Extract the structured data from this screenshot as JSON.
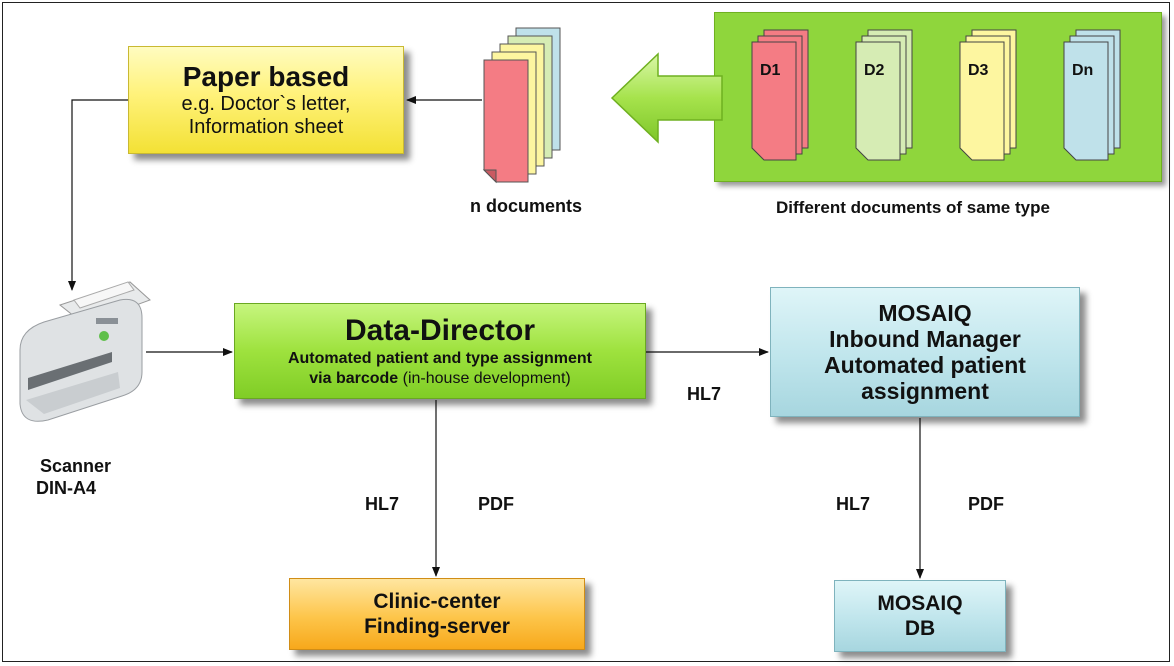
{
  "paper_box": {
    "title": "Paper based",
    "line1": "e.g. Doctor`s letter,",
    "line2": "Information sheet"
  },
  "n_documents_label": "n documents",
  "different_documents_label": "Different documents of same type",
  "doc_stacks": [
    {
      "label": "D1",
      "color": "#f47c84"
    },
    {
      "label": "D2",
      "color": "#d6ecb4"
    },
    {
      "label": "D3",
      "color": "#fdf6a0"
    },
    {
      "label": "Dn",
      "color": "#bfe1ea"
    }
  ],
  "scanner": {
    "line1": "Scanner",
    "line2": "DIN-A4"
  },
  "data_director": {
    "title": "Data-Director",
    "line1": "Automated patient and type assignment",
    "line2_bold": "via barcode",
    "line2_rest": " (in-house development)"
  },
  "mosaiq_inbound": {
    "line1": "MOSAIQ",
    "line2": "Inbound Manager",
    "line3": "Automated patient",
    "line4": "assignment"
  },
  "clinic_center": {
    "line1": "Clinic-center",
    "line2": "Finding-server"
  },
  "mosaiq_db": {
    "line1": "MOSAIQ",
    "line2": "DB"
  },
  "connectors": {
    "hl7_top": "HL7",
    "hl7_left": "HL7",
    "pdf_left": "PDF",
    "hl7_right": "HL7",
    "pdf_right": "PDF"
  },
  "colors": {
    "paper_yellow": "#fff27a",
    "data_director_green": "#9ee23e",
    "mosaiq_blue": "#bfe5ec",
    "clinic_orange": "#fdc54a",
    "panel_green": "#8fd63c"
  }
}
